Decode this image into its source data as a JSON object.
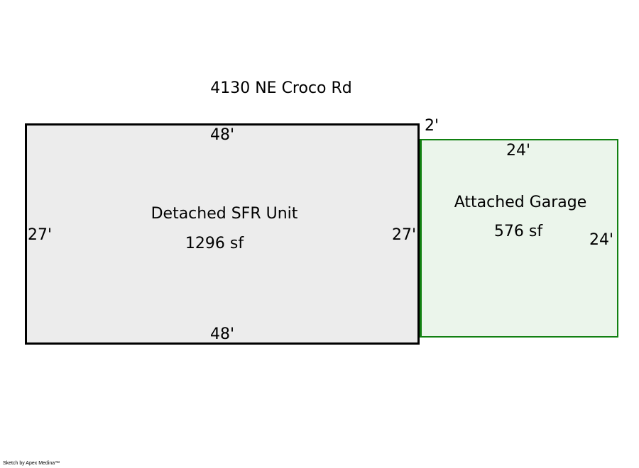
{
  "address": "4130 NE Croco Rd",
  "areas": [
    {
      "name": "Detached SFR Unit",
      "area": "1296 sf",
      "top": "48'",
      "bottom": "48'",
      "left": "27'",
      "right": "27'"
    },
    {
      "name": "Attached Garage",
      "area": "576 sf",
      "top": "24'",
      "right": "24'",
      "offset": "2'"
    }
  ],
  "colors": {
    "sfr_fill": "#ececec",
    "sfr_stroke": "#000000",
    "garage_fill": "#ebf5eb",
    "garage_stroke": "#118011"
  },
  "credit": "Sketch by Apex Medina™"
}
